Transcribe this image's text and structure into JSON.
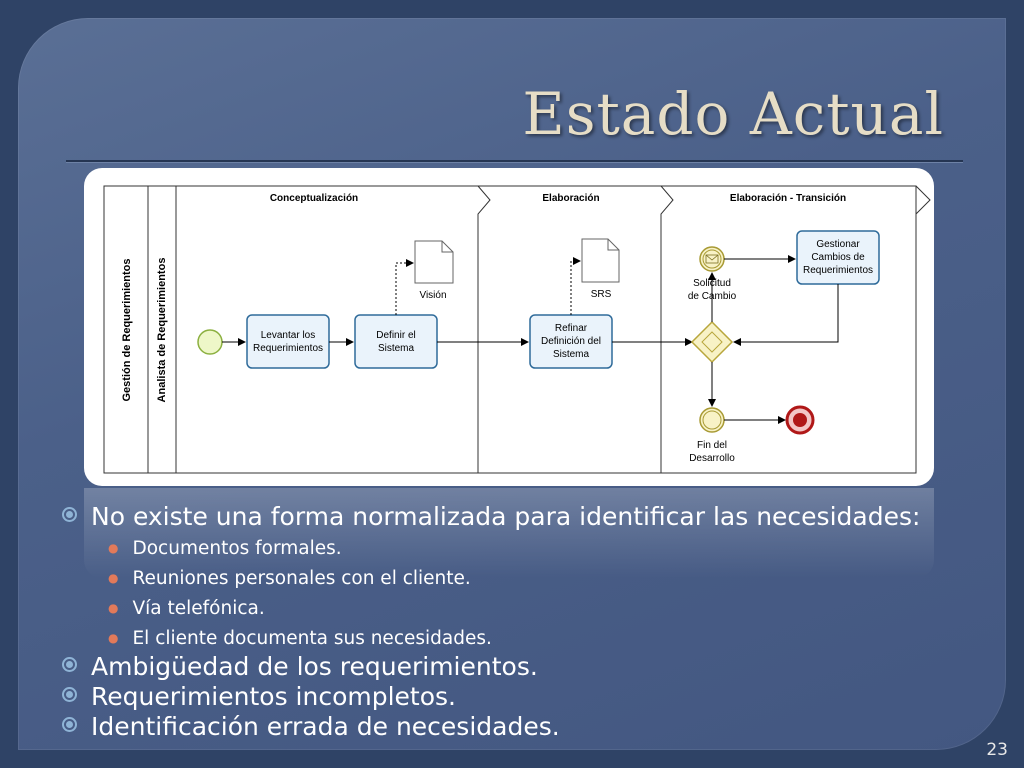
{
  "slide": {
    "title": "Estado Actual",
    "page_number": "23"
  },
  "diagram": {
    "pool_label": "Gestión de Requerimientos",
    "lane_label": "Analista de Requerimientos",
    "phases": [
      "Conceptualización",
      "Elaboración",
      "Elaboración - Transición"
    ],
    "tasks": {
      "levantar": [
        "Levantar los",
        "Requerimientos"
      ],
      "definir": [
        "Definir el",
        "Sistema"
      ],
      "refinar": [
        "Refinar",
        "Definición del",
        "Sistema"
      ],
      "gestionar": [
        "Gestionar",
        "Cambios de",
        "Requerimientos"
      ]
    },
    "artifacts": {
      "vision": "Visión",
      "srs": "SRS"
    },
    "events": {
      "solicitud": [
        "Solicitud",
        "de Cambio"
      ],
      "fin": [
        "Fin del",
        "Desarrollo"
      ]
    }
  },
  "bullets": [
    {
      "text": "No existe una forma normalizada para identificar las necesidades:",
      "sub": [
        "Documentos formales.",
        "Reuniones personales con el cliente.",
        "Vía telefónica.",
        "El cliente documenta sus necesidades."
      ]
    },
    {
      "text": "Ambigüedad de los requerimientos.",
      "sub": []
    },
    {
      "text": "Requerimientos incompletos.",
      "sub": []
    },
    {
      "text": "Identificación errada de necesidades.",
      "sub": []
    }
  ]
}
